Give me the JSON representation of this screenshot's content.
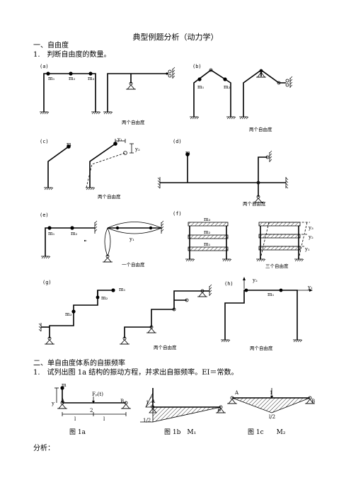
{
  "doc": {
    "title": "典型例题分析（动力学）",
    "section1": "一、自由度",
    "q1": "1.　判断自由度的数量。",
    "section2": "二、单自由度体系的自振频率",
    "q2": "1.　试列出图 1a 结构的振动方程，并求出自振频率。EI＝常数。",
    "analysis": "分析："
  },
  "panels": {
    "a": {
      "label": "(a)",
      "m1": "m₁",
      "m2": "m₂",
      "m3": "m₃",
      "caption": "两个自由度"
    },
    "b": {
      "label": "(b)",
      "m1": "m₁",
      "m2": "m₂",
      "caption": "两个自由度"
    },
    "c": {
      "label": "(c)",
      "m": "m",
      "y1": "y₁",
      "y2": "y₂",
      "caption": "两个自由度"
    },
    "d": {
      "label": "(d)",
      "m": "m",
      "caption": "两个自由度"
    },
    "e": {
      "label": "(e)",
      "m1": "m₁",
      "m2": "m₂",
      "y1": "y₁",
      "caption": "一个自由度"
    },
    "f": {
      "label": "(f)",
      "m1": "m₁",
      "m2": "m₂",
      "m3": "m₃",
      "y1": "y₁",
      "y2": "y₂",
      "y3": "y₃",
      "caption": "三个自由度"
    },
    "g": {
      "label": "(g)",
      "m1": "m₁",
      "m2": "m₂",
      "m3": "m₃",
      "caption": "两个自由度"
    },
    "h": {
      "label": "(h)",
      "m1": "m₁",
      "y2": "y₂",
      "y1": "y₁",
      "caption": "两个自由度"
    }
  },
  "fig1": {
    "a": {
      "m": "m",
      "force": "Fₚ(t)",
      "A": "A",
      "B": "B",
      "two": "2",
      "l1": "l",
      "l2": "l",
      "y": "y",
      "caption": "图 1a"
    },
    "b": {
      "A": "A",
      "B": "B",
      "one": "1",
      "half": "1/2",
      "caption": "图 1b　M₁"
    },
    "c": {
      "A": "A",
      "B": "B",
      "one": "1",
      "l4": "l/2",
      "caption": "图 1c　　M₂"
    }
  }
}
